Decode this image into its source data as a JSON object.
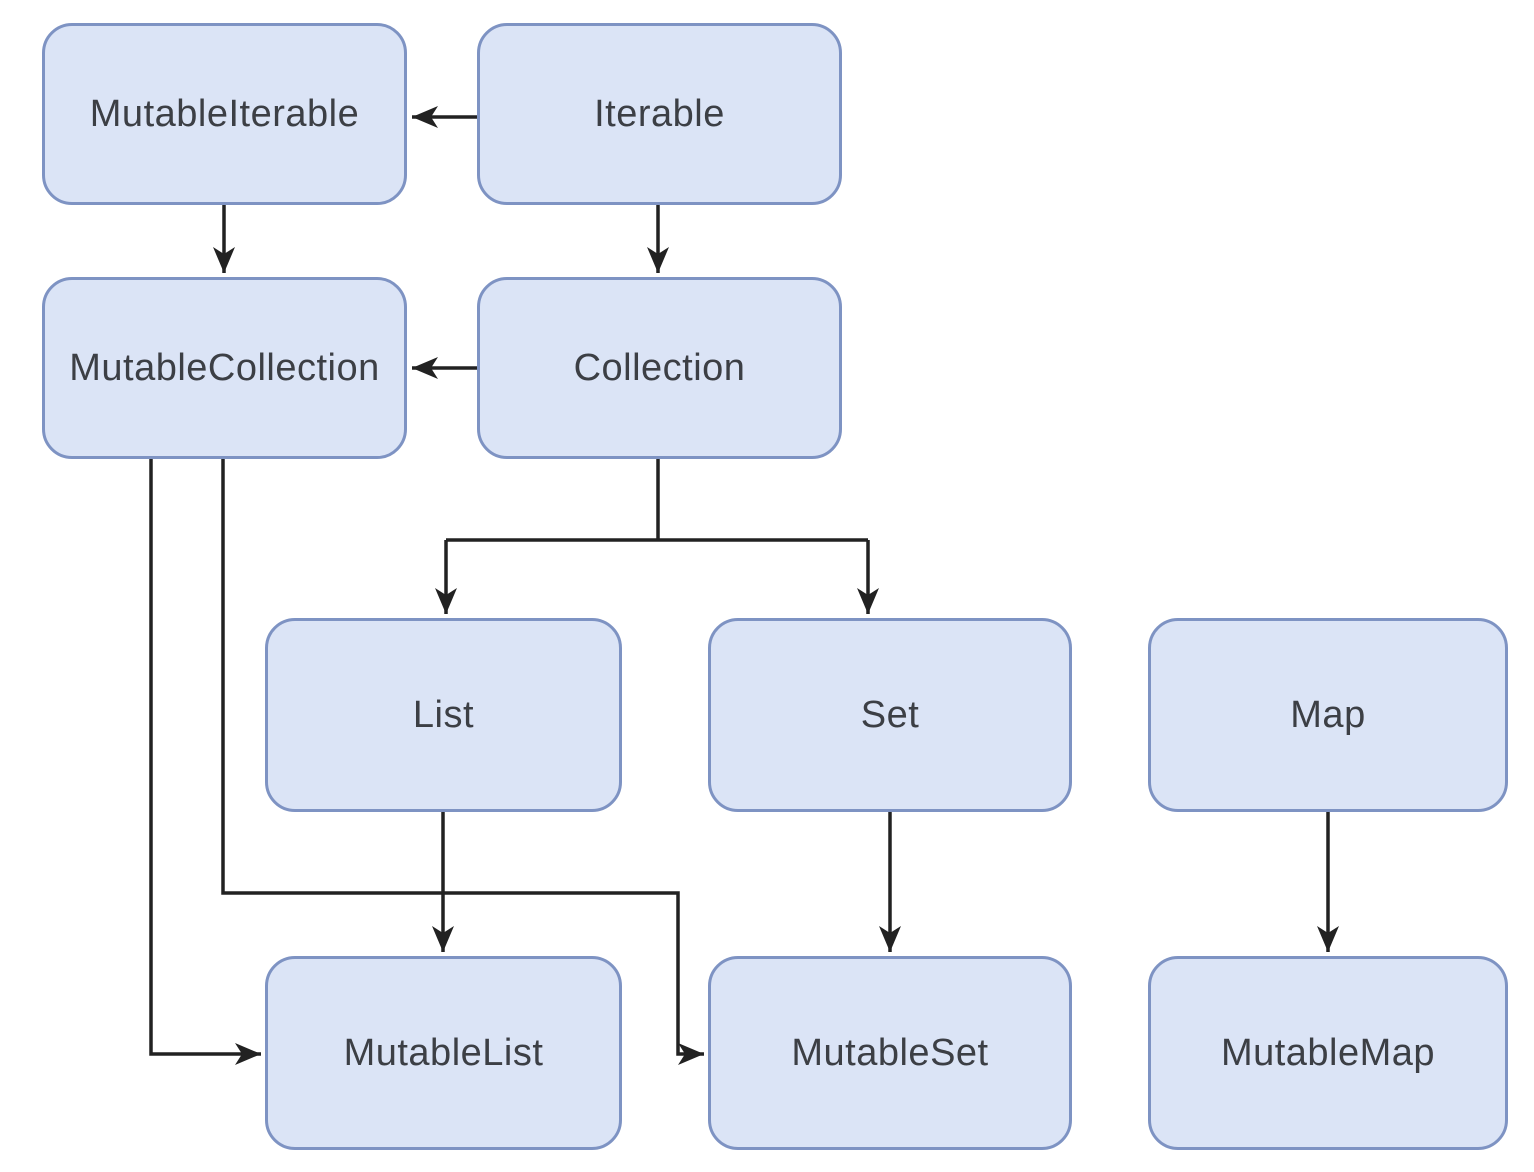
{
  "diagram": {
    "type": "class-hierarchy-flowchart",
    "nodes": {
      "mutable_iterable": {
        "label": "MutableIterable"
      },
      "iterable": {
        "label": "Iterable"
      },
      "mutable_collection": {
        "label": "MutableCollection"
      },
      "collection": {
        "label": "Collection"
      },
      "list": {
        "label": "List"
      },
      "set": {
        "label": "Set"
      },
      "map": {
        "label": "Map"
      },
      "mutable_list": {
        "label": "MutableList"
      },
      "mutable_set": {
        "label": "MutableSet"
      },
      "mutable_map": {
        "label": "MutableMap"
      }
    },
    "edges": [
      {
        "from": "Iterable",
        "to": "MutableIterable"
      },
      {
        "from": "MutableIterable",
        "to": "MutableCollection"
      },
      {
        "from": "Iterable",
        "to": "Collection"
      },
      {
        "from": "Collection",
        "to": "MutableCollection"
      },
      {
        "from": "Collection",
        "to": "List"
      },
      {
        "from": "Collection",
        "to": "Set"
      },
      {
        "from": "List",
        "to": "MutableList"
      },
      {
        "from": "Set",
        "to": "MutableSet"
      },
      {
        "from": "Map",
        "to": "MutableMap"
      },
      {
        "from": "MutableCollection",
        "to": "MutableList"
      },
      {
        "from": "MutableCollection",
        "to": "MutableSet"
      }
    ],
    "colors": {
      "node_fill": "#dbe4f6",
      "node_border": "#7e93c3",
      "edge_color": "#222222",
      "text_color": "#3c3f45",
      "background": "#ffffff"
    }
  }
}
